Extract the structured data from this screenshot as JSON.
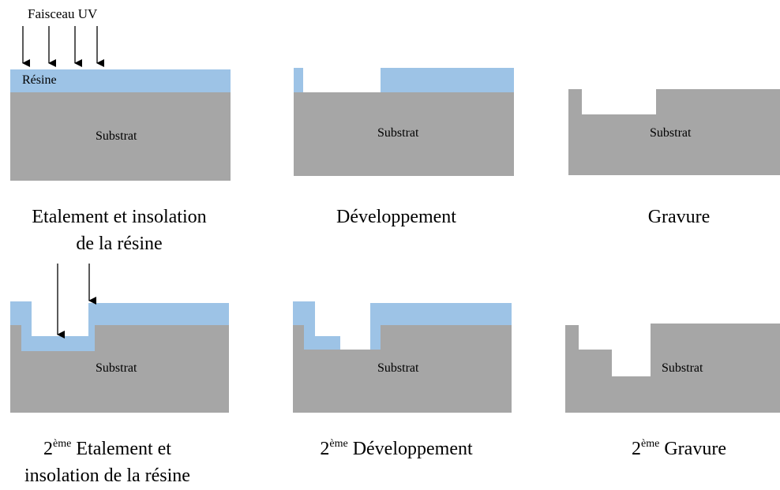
{
  "colors": {
    "substrate": "#a6a6a6",
    "resist": "#9dc3e6",
    "arrow": "#000000",
    "text": "#000000"
  },
  "labels": {
    "beam": "Faisceau UV",
    "resin": "Résine",
    "substrate": "Substrat"
  },
  "captions": {
    "step1_line1": "Etalement et insolation",
    "step1_line2": "de la résine",
    "step2": "Développement",
    "step3": "Gravure",
    "ordinal_sup": "ème",
    "ordinal_num": "2",
    "step4_line1_rest": " Etalement et",
    "step4_line2": "insolation de la résine",
    "step5_rest": " Développement",
    "step6_rest": " Gravure"
  }
}
